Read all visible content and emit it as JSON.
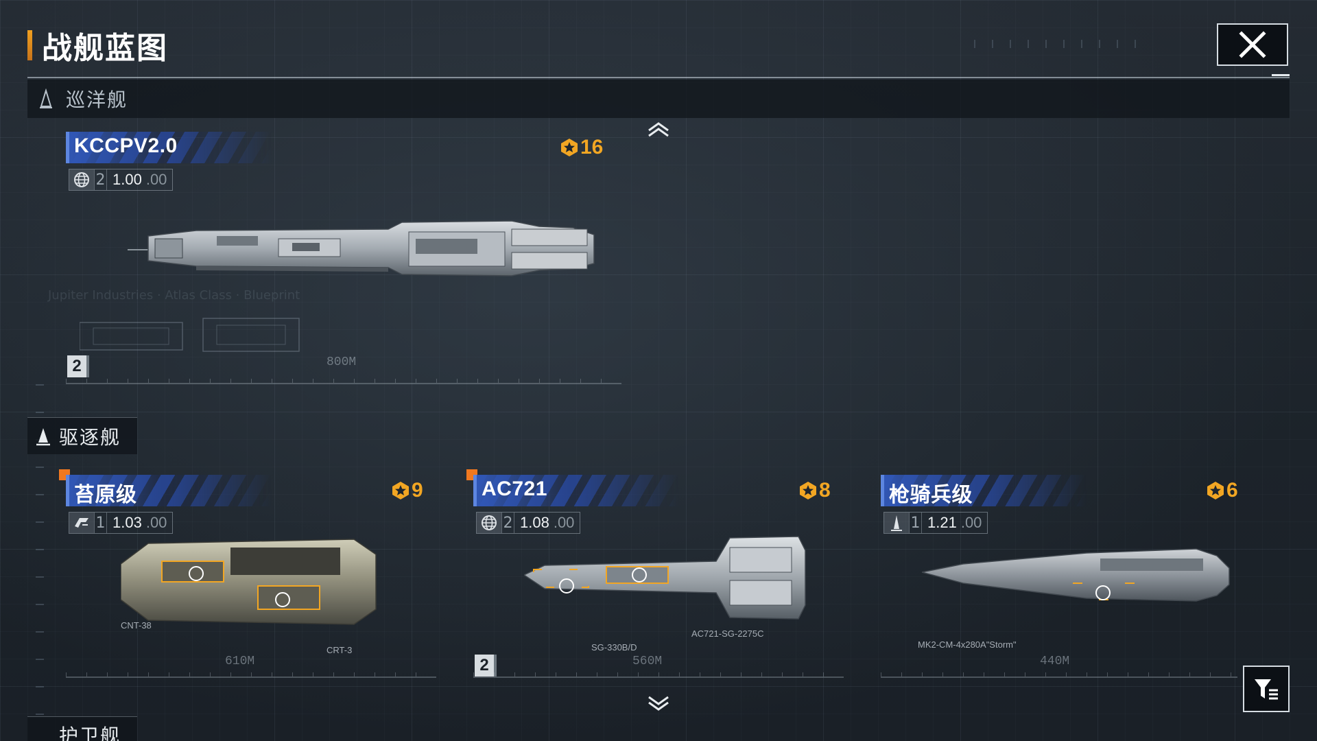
{
  "header": {
    "title": "战舰蓝图",
    "close_icon": "close-icon",
    "filter_icon": "filter-icon"
  },
  "sections": [
    {
      "label": "巡洋舰",
      "icon": "cruiser-icon"
    },
    {
      "label": "驱逐舰",
      "icon": "destroyer-icon"
    },
    {
      "label": "护卫舰",
      "icon": "frigate-icon"
    }
  ],
  "ships": [
    {
      "name": "KCCPV2.0",
      "rating": "16",
      "faction_icon": "globe-icon",
      "level": "2",
      "value_main": "1.00",
      "value_dim": ".00",
      "count": "2",
      "length": "800M",
      "new": false
    },
    {
      "name": "苔原级",
      "rating": "9",
      "faction_icon": "faction-st-icon",
      "level": "1",
      "value_main": "1.03",
      "value_dim": ".00",
      "length": "610M",
      "weapons": [
        "CNT-38",
        "CRT-3"
      ],
      "new": true
    },
    {
      "name": "AC721",
      "rating": "8",
      "faction_icon": "globe-icon",
      "level": "2",
      "value_main": "1.08",
      "value_dim": ".00",
      "count": "2",
      "length": "560M",
      "weapons": [
        "SG-330B/D",
        "AC721-SG-2275C"
      ],
      "new": true
    },
    {
      "name": "枪骑兵级",
      "rating": "6",
      "faction_icon": "faction-lancer-icon",
      "level": "1",
      "value_main": "1.21",
      "value_dim": ".00",
      "length": "440M",
      "weapons": [
        "MK2-CM-4x280A\"Storm\""
      ],
      "new": false
    }
  ],
  "colors": {
    "accent_orange": "#f2a623",
    "plate_blue": "#3158b8",
    "new_marker": "#f07820"
  }
}
